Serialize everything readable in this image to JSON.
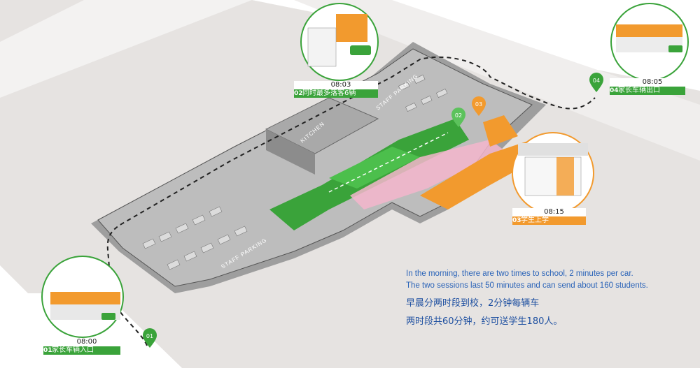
{
  "callouts": [
    {
      "id": "01",
      "time": "08:00",
      "label": "家长车辆入口",
      "color": "#3aa33a"
    },
    {
      "id": "02",
      "time": "08:03",
      "label": "同时最多落客6辆",
      "color": "#3aa33a"
    },
    {
      "id": "03",
      "time": "08:15",
      "label": "学生上学",
      "color": "#f29a2e"
    },
    {
      "id": "04",
      "time": "08:05",
      "label": "家长车辆出口",
      "color": "#3aa33a"
    }
  ],
  "markers": [
    {
      "id": "01",
      "color": "#3aa33a"
    },
    {
      "id": "02",
      "color": "#5cc25c"
    },
    {
      "id": "03",
      "color": "#f29a2e"
    },
    {
      "id": "04",
      "color": "#3aa33a"
    }
  ],
  "floor_labels": {
    "kitchen": "KITCHEN",
    "staff_parking_left": "STAFF PARKING",
    "staff_parking_top": "STAFF PARKING"
  },
  "notes": {
    "en_line1": "In the morning, there are two times to school, 2 minutes per car.",
    "en_line2": "The two sessions last 50 minutes and can send about 160 students.",
    "zh_line1": "早晨分两时段到校，2分钟每辆车",
    "zh_line2": "两时段共60分钟，约可送学生180人。"
  },
  "colors": {
    "green": "#3aa33a",
    "orange": "#f29a2e",
    "pink": "#f5b6cc",
    "floor": "#b9b9b9",
    "ground": "#e6e3e1"
  }
}
